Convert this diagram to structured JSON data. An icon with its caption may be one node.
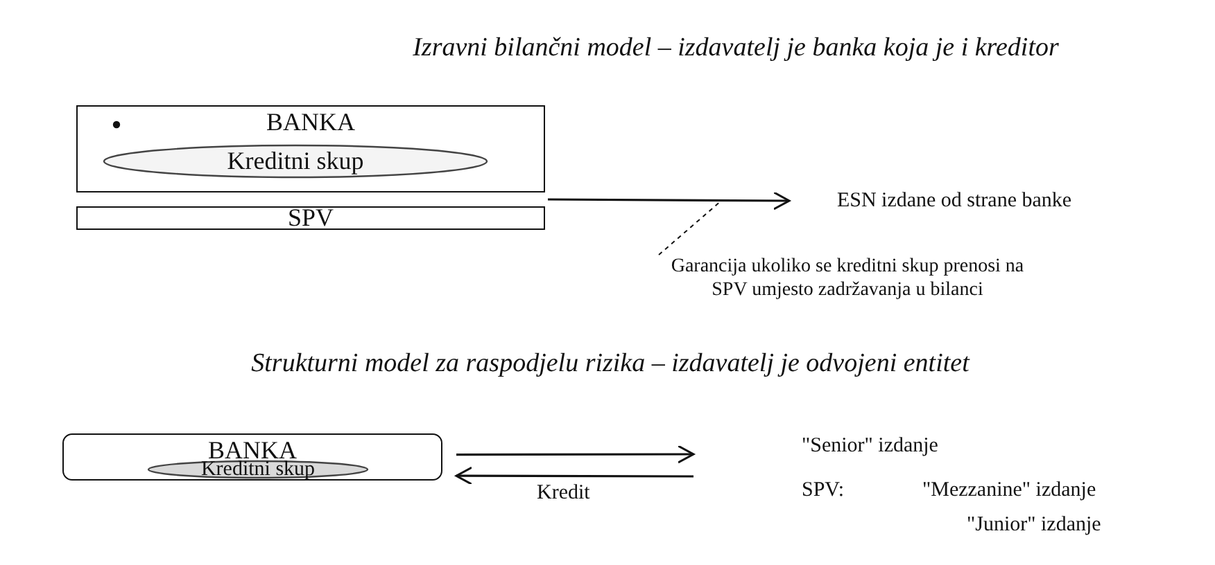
{
  "diagram": {
    "title": "Izravni bilančni model – izdavatelj je banka koja je i kreditor",
    "nodes": [
      {
        "text": [
          "BANKA"
        ]
      },
      {
        "text": [
          "Kreditni skup"
        ],
        "in": 0
      },
      {
        "text": [
          "SPV"
        ]
      },
      {
        "text": [
          "ESN izdane od strane banke"
        ]
      },
      {
        "text": [
          "Garancija ukoliko se kreditni skup prenosi na SPV umjesto zadržavanja u bilanci"
        ]
      },
      {
        "text": [
          "BANKA"
        ]
      },
      {
        "text": [
          "Kreditni skup"
        ],
        "in": 5
      }
    ],
    "edges": [
      {
        "from": 2,
        "to": 3,
        "arrow": "to"
      },
      {
        "from": 4,
        "to": null,
        "arrow": "none",
        "style": "dashed"
      },
      {
        "from": 5,
        "to": null,
        "arrow": "to"
      },
      {
        "from": null,
        "to": 5,
        "arrow": "to",
        "label": "Kredit"
      }
    ],
    "labels": [
      "Strukturni model za raspodjelu rizika – izdavatelj je odvojeni entitet",
      "\"Senior\" izdanje",
      "SPV:",
      "\"Mezzanine\" izdanje",
      "\"Junior\" izdanje"
    ]
  }
}
